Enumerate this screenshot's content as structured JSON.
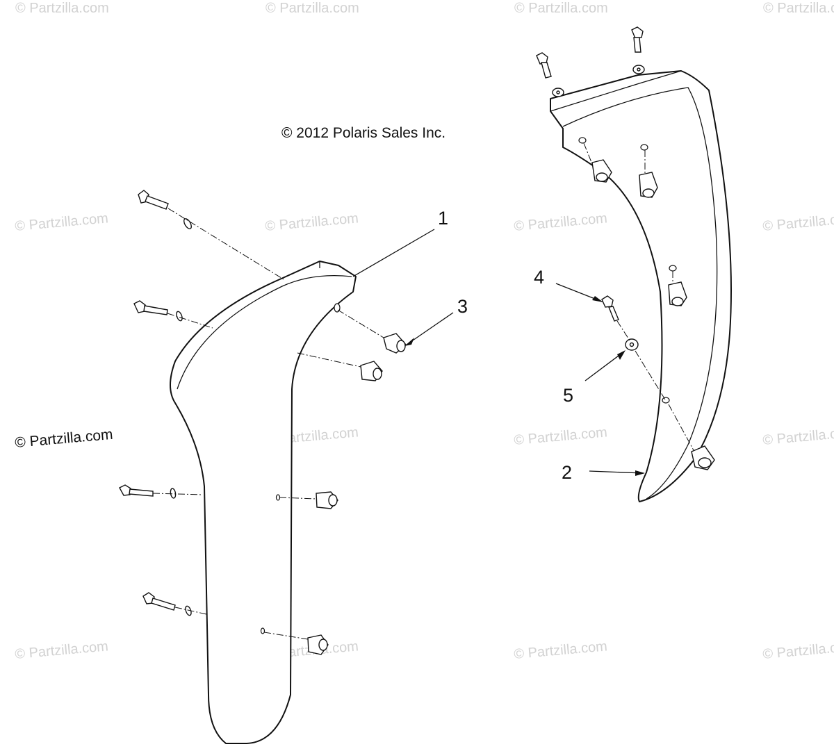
{
  "diagram": {
    "copyright": "© 2012 Polaris Sales Inc.",
    "watermark_text": "© Partzilla.com",
    "callouts": [
      "1",
      "2",
      "3",
      "4",
      "5"
    ]
  }
}
